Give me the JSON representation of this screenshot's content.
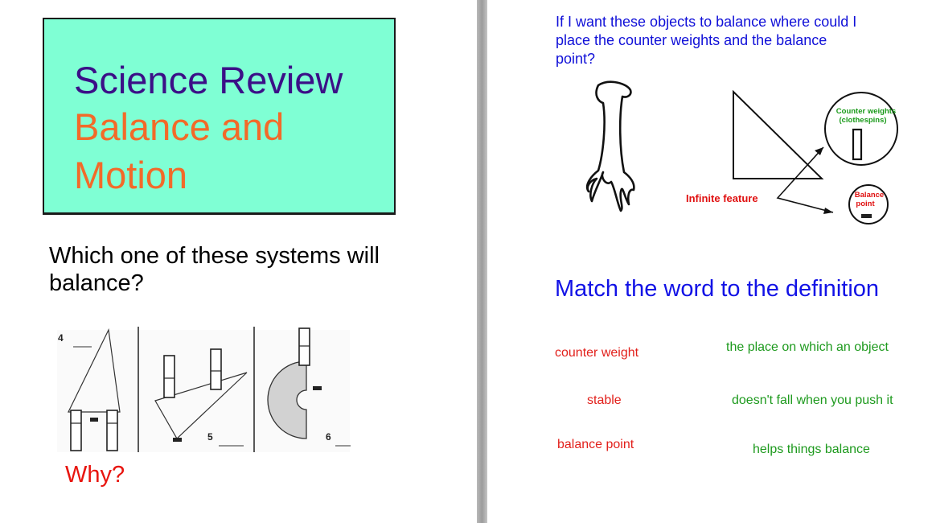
{
  "left_slide": {
    "title": {
      "line1": "Science Review",
      "line2": "Balance and",
      "line3": "Motion"
    },
    "question": {
      "line1": "Which one of these systems will",
      "line2": "balance?"
    },
    "figure": {
      "system_4": "4",
      "system_5": "5",
      "system_6": "6"
    },
    "why": "Why?"
  },
  "right_slide": {
    "prompt": {
      "line1": "If I want these objects to balance where could I",
      "line2": "place the counter weights and the balance",
      "line3": "point?"
    },
    "annotations": {
      "counter_weights_line1": "Counter weights",
      "counter_weights_line2": "(clothespins)",
      "balance_point_line1": "Balance",
      "balance_point_line2": "point",
      "infinite_feature": "Infinite feature"
    },
    "match_heading": "Match the word to the definition",
    "terms": [
      "counter weight",
      "stable",
      "balance point"
    ],
    "definitions": [
      "the place on which an object",
      "doesn't fall when you push it",
      "helps things balance"
    ]
  },
  "colors": {
    "title_box": "#7fffd4",
    "title_primary": "#3b0f87",
    "title_secondary": "#f26a29",
    "why": "#e8150f",
    "prompt": "#1010d8",
    "terms": "#e2201b",
    "definitions": "#1e9a1e"
  }
}
